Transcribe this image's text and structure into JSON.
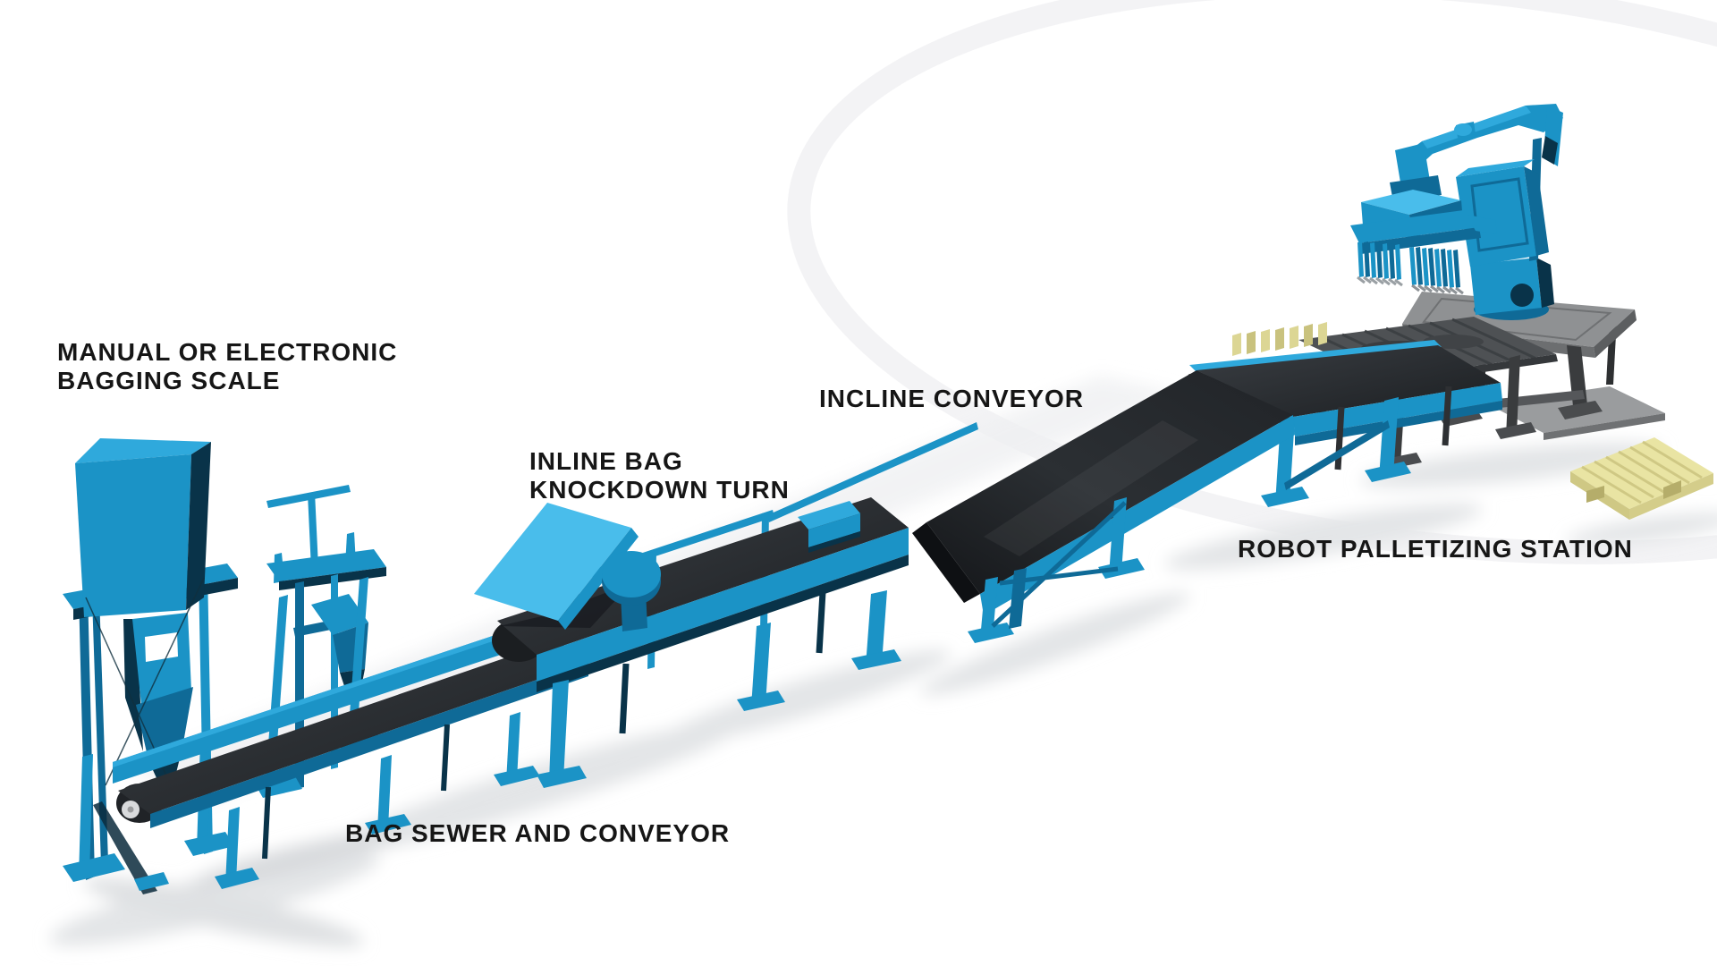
{
  "labels": {
    "bagging_scale": {
      "line1": "MANUAL OR ELECTRONIC",
      "line2": "BAGGING SCALE"
    },
    "knockdown_turn": {
      "line1": "INLINE BAG",
      "line2": "KNOCKDOWN TURN"
    },
    "incline_conveyor": {
      "line1": "INCLINE CONVEYOR"
    },
    "bag_sewer": {
      "line1": "BAG SEWER AND CONVEYOR"
    },
    "robot_palletizing": {
      "line1": "ROBOT PALLETIZING STATION"
    }
  },
  "colors": {
    "background": "#ffffff",
    "machine_blue": "#1b93c6",
    "machine_blue_bright": "#2fa9dc",
    "machine_blue_light": "#49bdeb",
    "machine_blue_dark": "#0f6a97",
    "machine_blue_deep": "#093349",
    "belt_dark": "#24272b",
    "belt_deep": "#17191c",
    "gray_table": "#8f9193",
    "gray_table_side": "#6c6e70",
    "gray_dark_table": "#4e5154",
    "gray_leg": "#3a3c3e",
    "pallet_yellow": "#e9e4a3",
    "pallet_yellow_dark": "#cfc884",
    "shadow": "#e3e5e7",
    "swoosh": "#f3f3f5",
    "label_text": "#161616"
  }
}
